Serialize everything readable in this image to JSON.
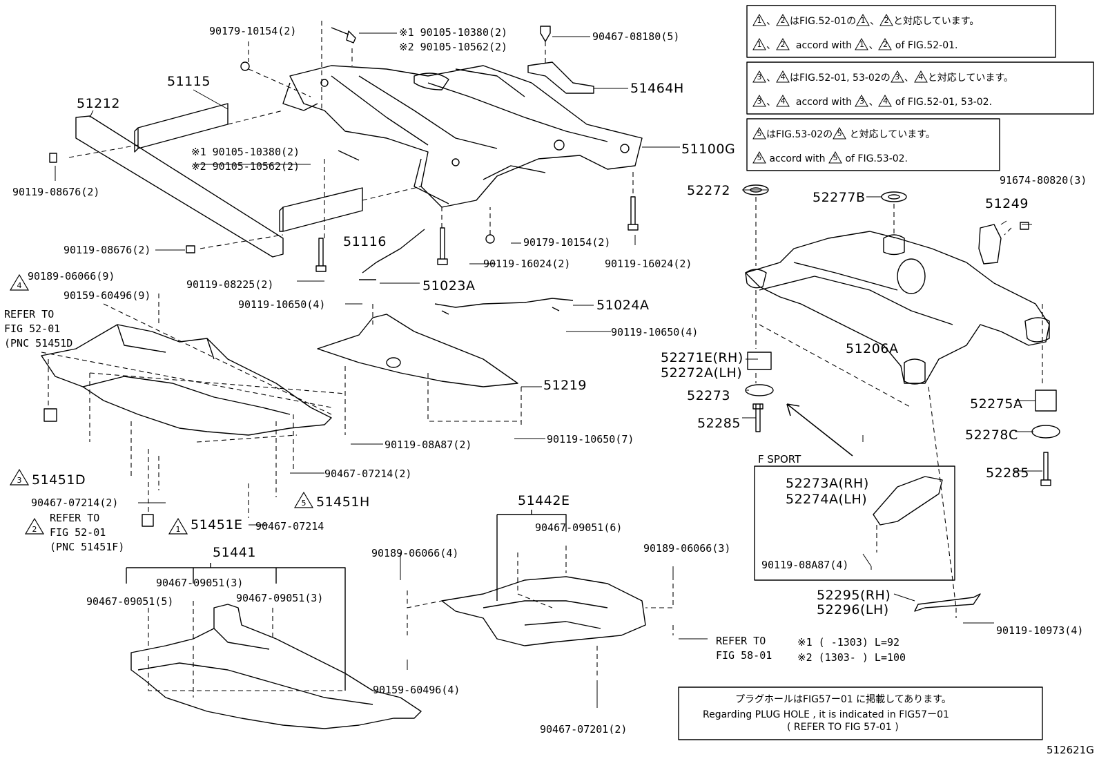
{
  "notes": {
    "note1_jp": "はFIG.52-01の",
    "note1_jp_tail": "と対応しています。",
    "note1_en_mid": "accord with",
    "note1_en_tail": "of FIG.52-01.",
    "note2_jp": "はFIG.52-01, 53-02の",
    "note2_jp_tail": "と対応しています。",
    "note2_en_mid": "accord with",
    "note2_en_tail": "of FIG.52-01, 53-02.",
    "note3_jp": "はFIG.53-02の",
    "note3_jp_tail": "と対応しています。",
    "note3_en_mid": "accord with",
    "note3_en_tail": "of FIG.53-02.",
    "sep": "、"
  },
  "triangles": {
    "t1": "1",
    "t2": "2",
    "t3": "3",
    "t4": "4",
    "t5": "5"
  },
  "parts": {
    "p90179_10154_top": "90179-10154(2)",
    "p90105_10380_top": "※1 90105-10380(2)",
    "p90105_10562_top": "※2 90105-10562(2)",
    "p90467_08180": "90467-08180(5)",
    "p51115": "51115",
    "p51212": "51212",
    "p51464H": "51464H",
    "p90105_10380_mid": "※1 90105-10380(2)",
    "p90105_10562_mid": "※2 90105-10562(2)",
    "p51100G": "51100G",
    "p90119_08676_a": "90119-08676(2)",
    "p90119_08676_b": "90119-08676(2)",
    "p51116": "51116",
    "p90179_10154_b": "90179-10154(2)",
    "p90119_16024_a": "90119-16024(2)",
    "p90119_16024_b": "90119-16024(2)",
    "p90119_08225": "90119-08225(2)",
    "p51023A": "51023A",
    "p90189_06066_9": "90189-06066(9)",
    "p90159_60496_9": "90159-60496(9)",
    "refer1a": "REFER TO",
    "refer1b": "FIG 52-01",
    "refer1c": "(PNC 51451D",
    "p90119_10650_4a": "90119-10650(4)",
    "p51024A": "51024A",
    "p90119_10650_4b": "90119-10650(4)",
    "p51219": "51219",
    "p90119_08A87_2": "90119-08A87(2)",
    "p90119_10650_7": "90119-10650(7)",
    "p51451D": "51451D",
    "p90467_07214_2a": "90467-07214(2)",
    "p90467_07214_2b": "90467-07214(2)",
    "p51451H": "51451H",
    "refer2a": "REFER TO",
    "refer2b": "FIG 52-01",
    "refer2c": "(PNC 51451F)",
    "p51451E": "51451E",
    "p90467_07214": "90467-07214",
    "p51441": "51441",
    "p90467_09051_3a": "90467-09051(3)",
    "p90467_09051_5": "90467-09051(5)",
    "p90467_09051_3b": "90467-09051(3)",
    "p51442E": "51442E",
    "p90467_09051_6": "90467-09051(6)",
    "p90189_06066_4": "90189-06066(4)",
    "p90189_06066_3": "90189-06066(3)",
    "p90159_60496_4": "90159-60496(4)",
    "p90467_07201": "90467-07201(2)",
    "refer3a": "REFER TO",
    "refer3b": "FIG 58-01",
    "len1": "※1 (      -1303) L=92",
    "len2": "※2 (1303-      ) L=100",
    "p52272": "52272",
    "p52277B": "52277B",
    "p91674_80820": "91674-80820(3)",
    "p51249": "51249",
    "p51206A": "51206A",
    "p52271E": "52271E(RH)",
    "p52272A": "52272A(LH)",
    "p52273": "52273",
    "p52285_a": "52285",
    "p52275A": "52275A",
    "p52278C": "52278C",
    "p52285_b": "52285",
    "fsport": "F SPORT",
    "p52273A": "52273A(RH)",
    "p52274A": "52274A(LH)",
    "p90119_08A87_4": "90119-08A87(4)",
    "p52295": "52295(RH)",
    "p52296": "52296(LH)",
    "p90119_10973": "90119-10973(4)",
    "plug_jp": "プラグホールはFIG57ー01 に掲載してあります。",
    "plug_en": "Regarding PLUG HOLE , it is indicated in FIG57ー01",
    "plug_ref": "(   REFER TO FIG 57-01   )",
    "figno": "512621G"
  }
}
